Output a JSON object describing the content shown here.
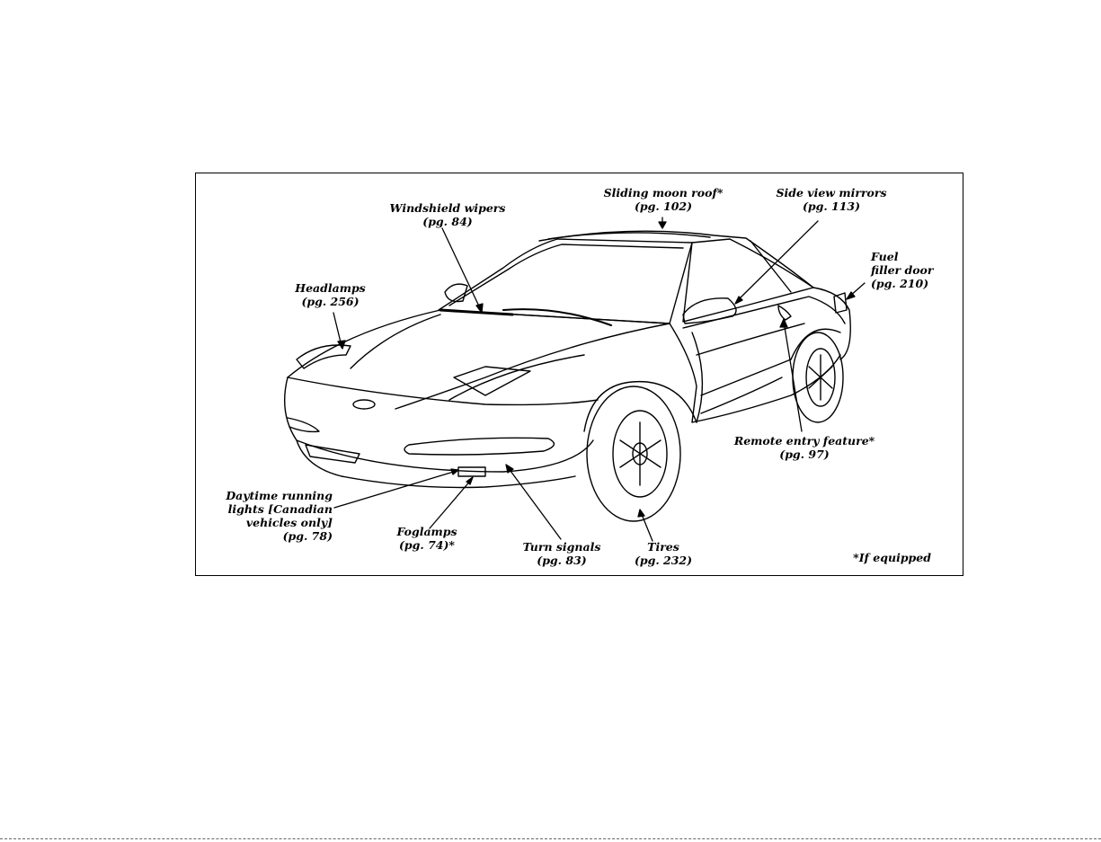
{
  "labels": {
    "moon_roof": "Sliding moon roof*\n(pg. 102)",
    "mirrors": "Side view mirrors\n(pg. 113)",
    "wipers": "Windshield wipers\n(pg. 84)",
    "fuel": "Fuel\nfiller door\n(pg. 210)",
    "headlamps": "Headlamps\n(pg. 256)",
    "remote": "Remote entry feature*\n(pg. 97)",
    "daytime": "Daytime running\nlights [Canadian\nvehicles only]\n(pg. 78)",
    "foglamps": "Foglamps\n(pg. 74)*",
    "turn": "Turn signals\n(pg. 83)",
    "tires": "Tires\n(pg. 232)",
    "equipped": "*If equipped"
  }
}
